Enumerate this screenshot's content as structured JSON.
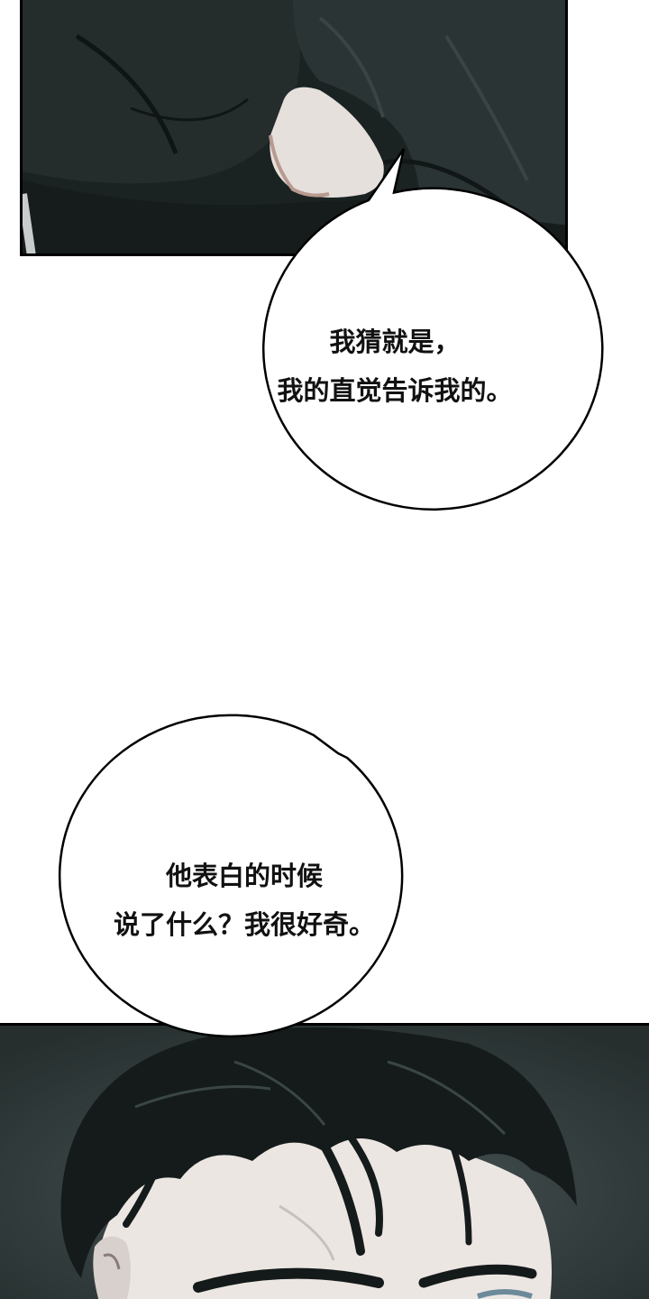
{
  "bubbles": [
    {
      "lines": [
        "我猜就是，",
        "我的直觉告诉我的。"
      ]
    },
    {
      "lines": [
        "他表白的时候",
        "说了什么？我很好奇。"
      ]
    }
  ],
  "colors": {
    "background": "#ffffff",
    "panel_border": "#000000",
    "dark_clothing": "#1f2626",
    "hair": "#141a1a",
    "skin": "#e6e0dc",
    "text": "#111111"
  }
}
